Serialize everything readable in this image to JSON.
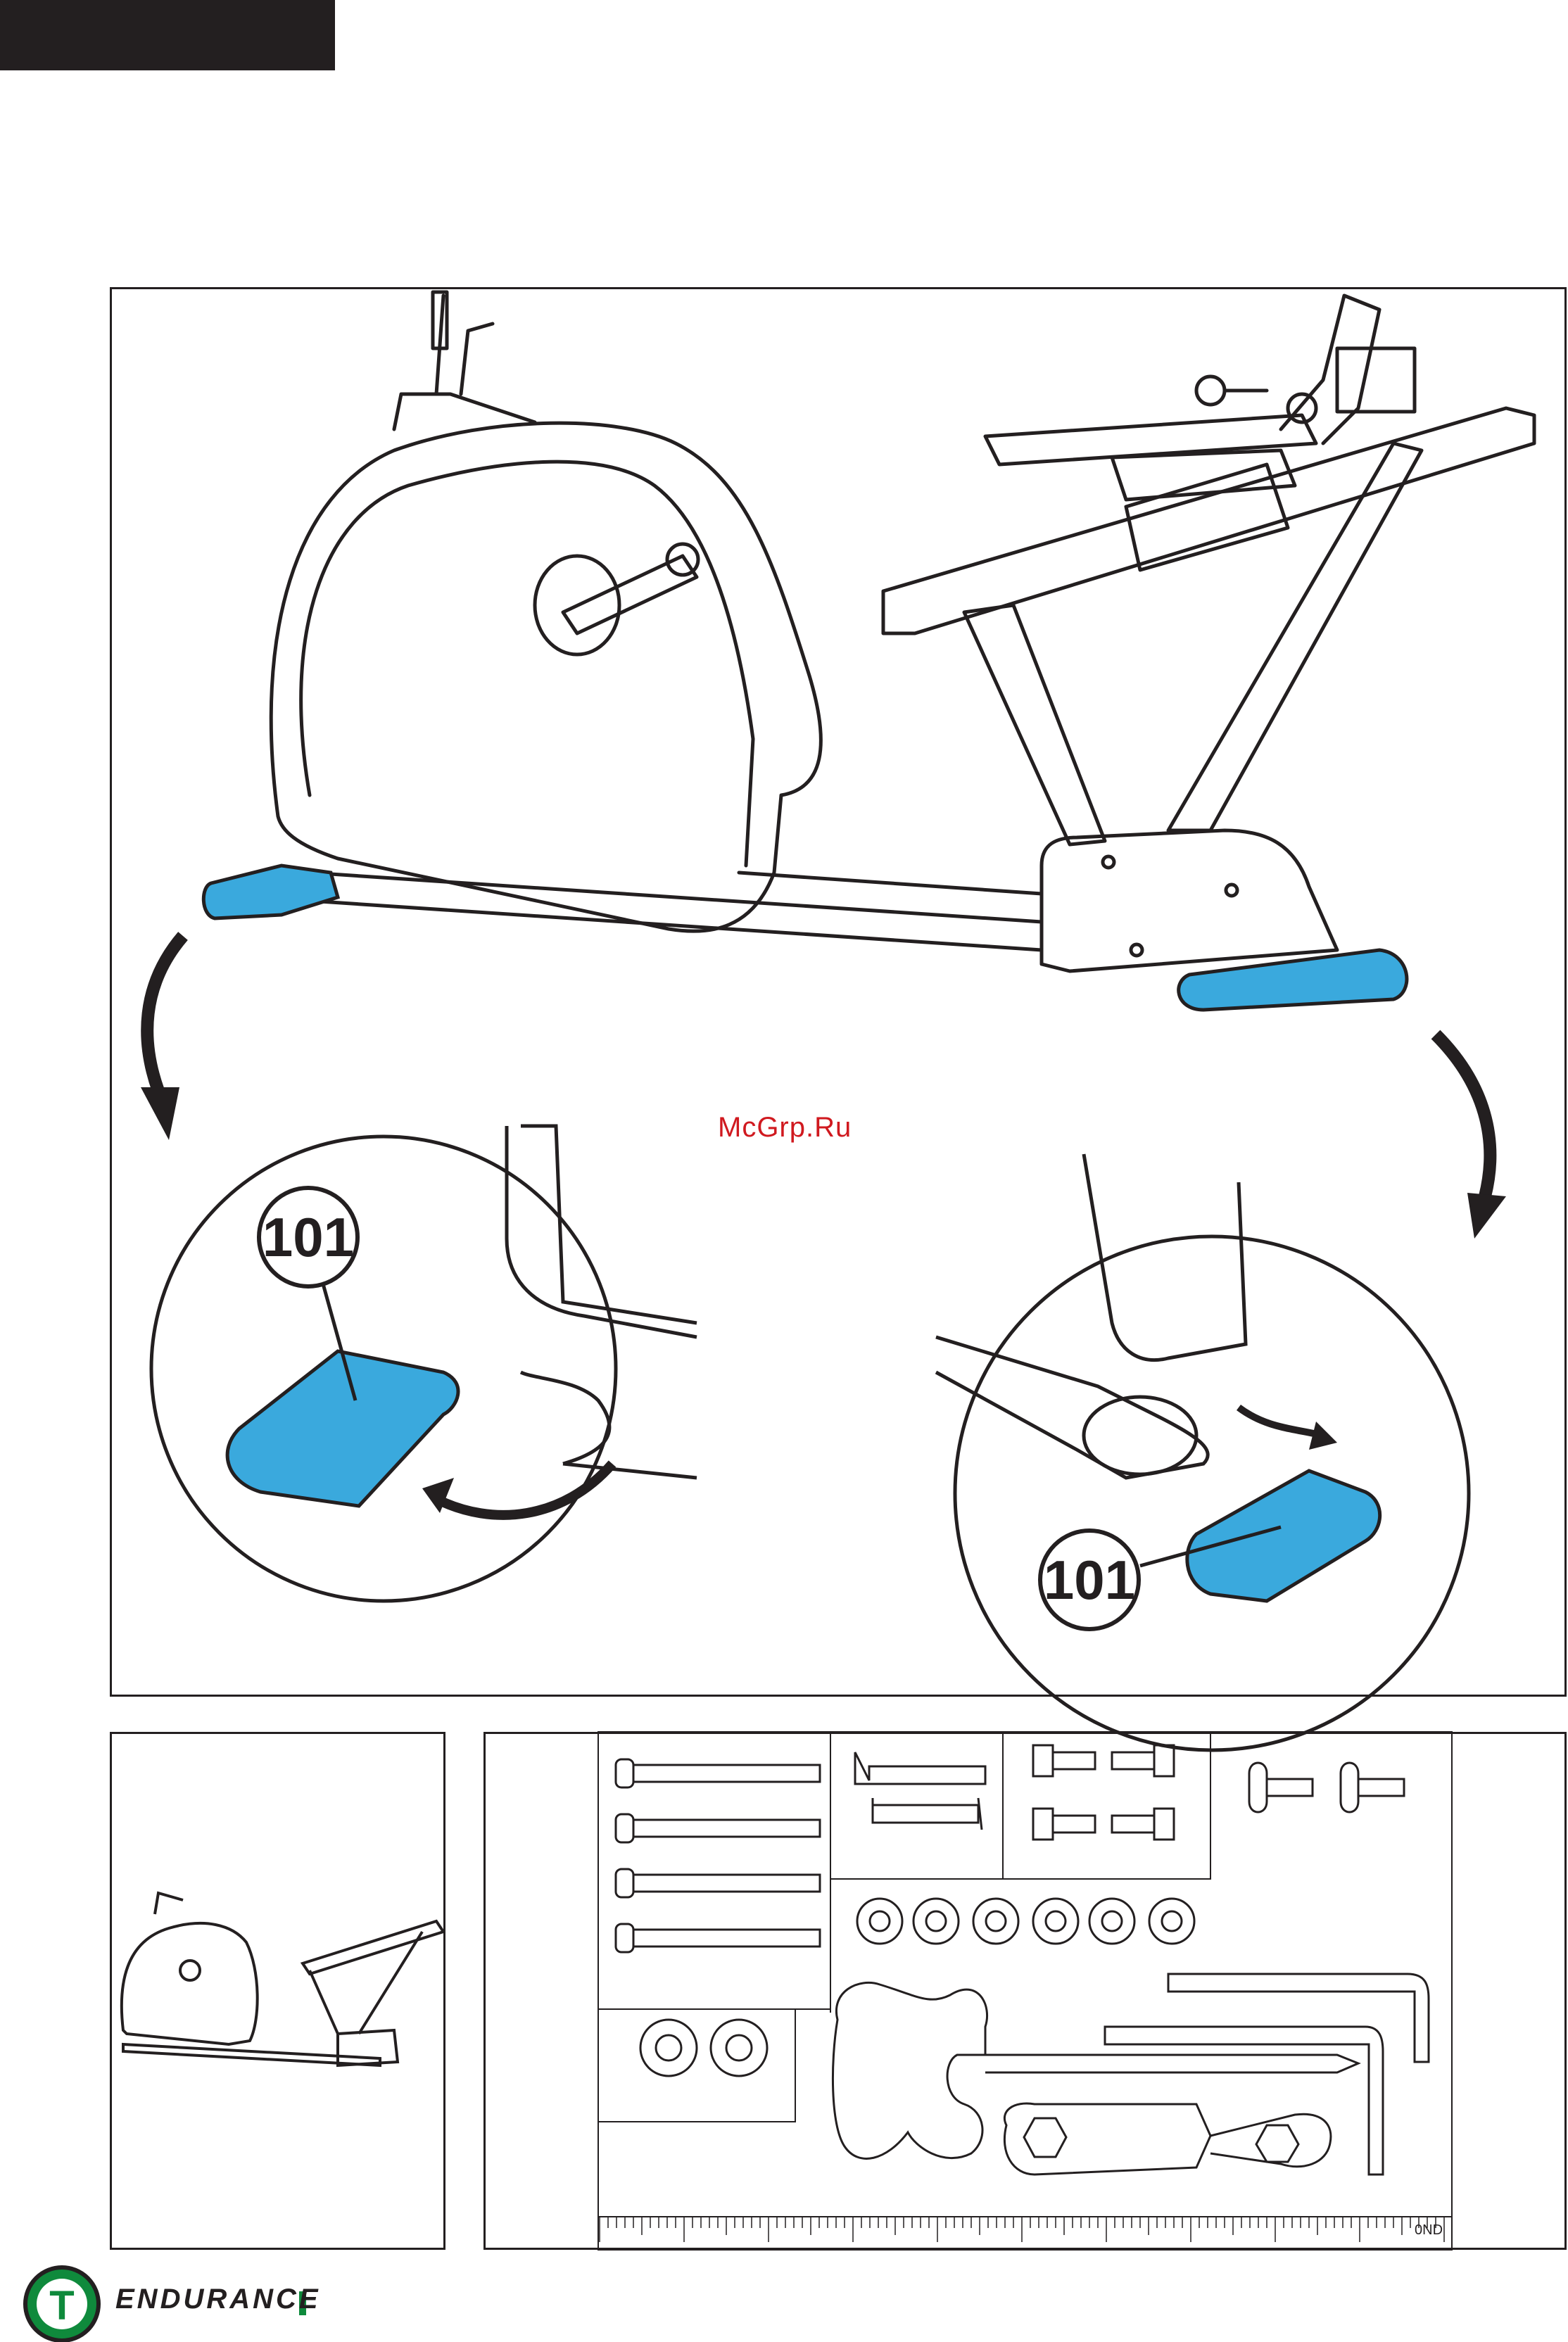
{
  "header": {
    "bar_color": "#231f20"
  },
  "watermark": {
    "text": "McGrp.Ru",
    "color": "#d0191f"
  },
  "main_figure": {
    "part_callout_left": "101",
    "part_callout_right": "101",
    "highlight_color": "#3aa9dd"
  },
  "parts_panel": {
    "ruler_label": "0ND"
  },
  "footer": {
    "brand_name": "ENDURANCE",
    "logo_letter": "T",
    "brand_color": "#0f8a3c"
  }
}
